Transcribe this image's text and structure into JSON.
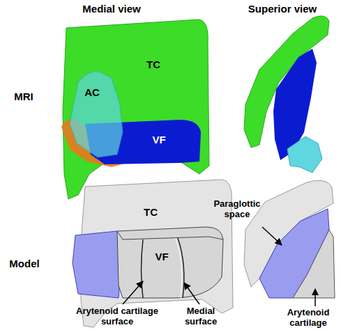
{
  "diagram": {
    "labels": [
      "Medial view",
      "Superior view",
      "MRI",
      "TC",
      "AC",
      "VF",
      "Model",
      "TC",
      "VF",
      "Paraglottic space",
      "Arytenoid cartilage surface",
      "Medial surface",
      "Arytenoid cartilage"
    ]
  }
}
